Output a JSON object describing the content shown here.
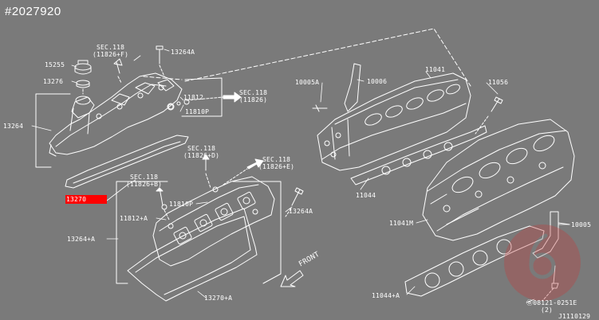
{
  "image_id": "#2027920",
  "diagram_code": "J1110129",
  "highlight_color": "#ff0000",
  "labels": {
    "p15255": "15255",
    "p13276": "13276",
    "p13264": "13264",
    "p13264a_top": "13264A",
    "p13270": "13270",
    "p13264_a": "13264+A",
    "p11812_a": "11812+A",
    "p11810p_lower": "11810P",
    "p13264a_lower": "13264A",
    "p13270_a": "13270+A",
    "p11812": "11812",
    "p11810p_upper": "11810P",
    "p10005a": "10005A",
    "p10006": "10006",
    "p11041": "11041",
    "p11056": "11056",
    "p11044": "11044",
    "p11041m": "11041M",
    "p10005": "10005",
    "p11044_a": "11044+A",
    "p08121": "08121-0251E",
    "p08121_qty": "(2)",
    "front": "FRONT"
  },
  "sections": {
    "s1_title": "SEC.118",
    "s1_ref": "(11826+F)",
    "s2_title": "SEC.118",
    "s2_ref": "(11826)",
    "s3_title": "SEC.118",
    "s3_ref": "(11826+D)",
    "s4_title": "SEC.118",
    "s4_ref": "(11826+E)",
    "s5_title": "SEC.118",
    "s5_ref": "(11826+B)"
  }
}
